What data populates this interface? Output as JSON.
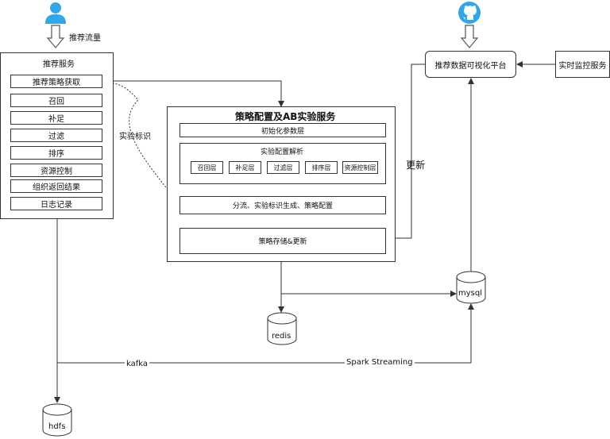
{
  "user_icon": "user-icon",
  "github_icon": "github-icon",
  "traffic_label": "推荐流量",
  "rec_service": {
    "title": "推荐服务",
    "items": [
      "推荐策略获取",
      "召回",
      "补足",
      "过滤",
      "排序",
      "资源控制",
      "组织返回结果",
      "日志记录"
    ]
  },
  "experiment_tag_label": "实验标识",
  "strategy_service": {
    "title": "策略配置及AB实验服务",
    "init_layer": "初始化参数层",
    "parse_title": "实验配置解析",
    "layers": [
      "召回层",
      "补足层",
      "过滤层",
      "排序层",
      "资源控制层"
    ],
    "split": "分流、实验标识生成、策略配置",
    "store": "策略存储&更新"
  },
  "viz_platform": "推荐数据可视化平台",
  "monitor": "实时监控服务",
  "update_label": "更新",
  "mysql": "mysql",
  "redis": "redis",
  "hdfs": "hdfs",
  "kafka_label": "kafka",
  "spark_label": "Spark Streaming",
  "colors": {
    "icon_blue": "#2fa7e8",
    "line": "#333333"
  }
}
